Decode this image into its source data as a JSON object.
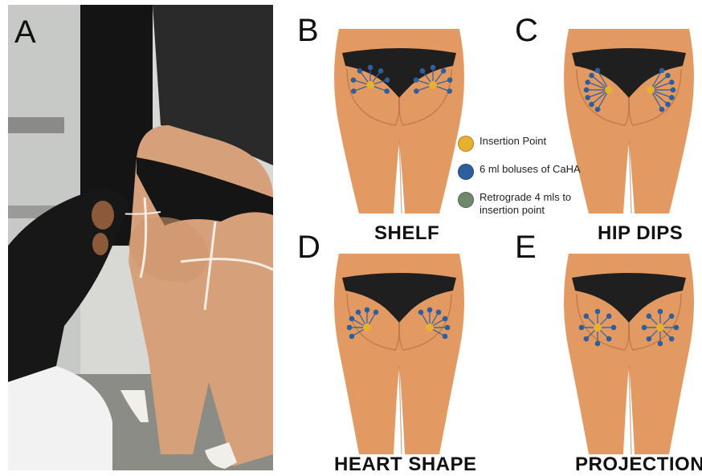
{
  "panels": {
    "a": {
      "letter": "A"
    },
    "b": {
      "letter": "B",
      "caption": "SHELF"
    },
    "c": {
      "letter": "C",
      "caption": "HIP DIPS"
    },
    "d": {
      "letter": "D",
      "caption": "HEART SHAPE"
    },
    "e": {
      "letter": "E",
      "caption": "PROJECTION"
    }
  },
  "legend": {
    "items": [
      {
        "label": "Insertion Point",
        "color": "#e8b030"
      },
      {
        "label": "6 ml boluses of CaHA",
        "color": "#2f5e9c"
      },
      {
        "label": "Retrograde 4 mls to insertion point",
        "color": "#6f8a6a"
      }
    ]
  },
  "colors": {
    "skin": "#e39a62",
    "skin_shadow": "#b36e3e",
    "underwear": "#1f1f1f",
    "insertion": "#e8b030",
    "bolus": "#2f5e9c",
    "spoke": "#2f5e9c"
  },
  "icons": {
    "photo": "patient-photo"
  }
}
